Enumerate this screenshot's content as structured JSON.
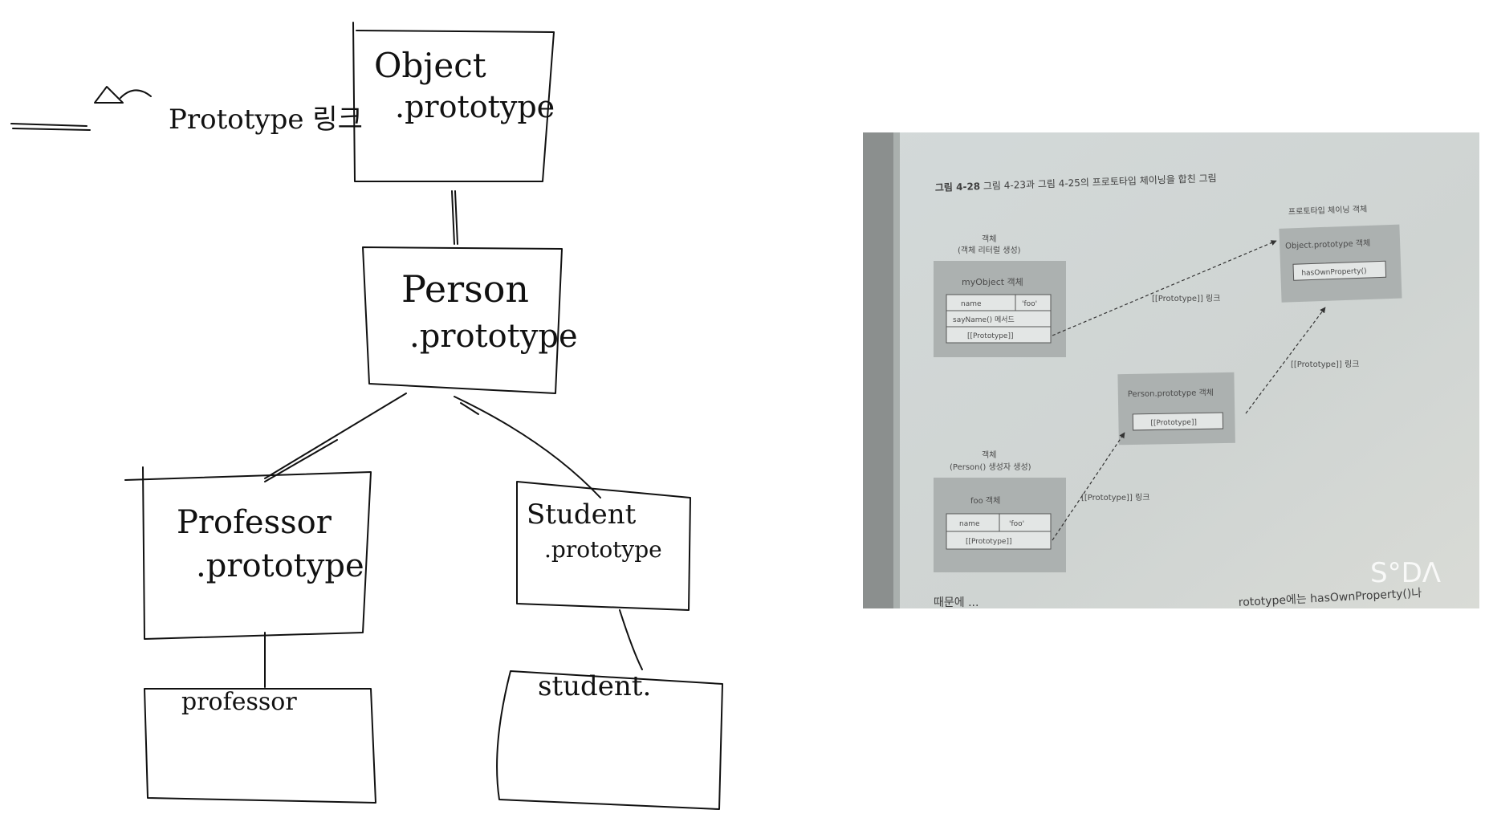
{
  "sketch": {
    "legend": {
      "label": "Prototype 링크"
    },
    "nodes": {
      "object_proto": {
        "line1": "Object",
        "line2": ".prototype"
      },
      "person_proto": {
        "line1": "Person",
        "line2": ".prototype"
      },
      "professor_proto": {
        "line1": "Professor",
        "line2": ".prototype"
      },
      "student_proto": {
        "line1": "Student",
        "line2": ".prototype"
      },
      "professor": {
        "label": "professor"
      },
      "student": {
        "label": "student."
      }
    }
  },
  "photo": {
    "caption_num": "그림 4-28",
    "caption_text": "그림 4-23과 그림 4-25의 프로토타입 체이닝을 합친 그림",
    "chain_title": "프로토타입 체이닝 객체",
    "object_proto_box": {
      "title": "Object.prototype 객체",
      "method": "hasOwnProperty()"
    },
    "myobject": {
      "heading1": "객체",
      "heading2": "(객체 리터럴 생성)",
      "title": "myObject 객체",
      "prop_name": "name",
      "prop_value": "'foo'",
      "method": "sayName() 메서드",
      "proto": "[[Prototype]]"
    },
    "person_box": {
      "title": "Person.prototype 객체",
      "proto": "[[Prototype]]"
    },
    "foo": {
      "heading1": "객체",
      "heading2": "(Person() 생성자 생성)",
      "title": "foo 객체",
      "prop_name": "name",
      "prop_value": "'foo'",
      "proto": "[[Prototype]]"
    },
    "links": {
      "link1": "[[Prototype]] 링크",
      "link2": "[[Prototype]] 링크",
      "link3": "[[Prototype]] 링크"
    },
    "watermark": "S°DΛ",
    "footer_left": "때문에 ...",
    "footer_right": "rototype에는 hasOwnProperty()나"
  }
}
